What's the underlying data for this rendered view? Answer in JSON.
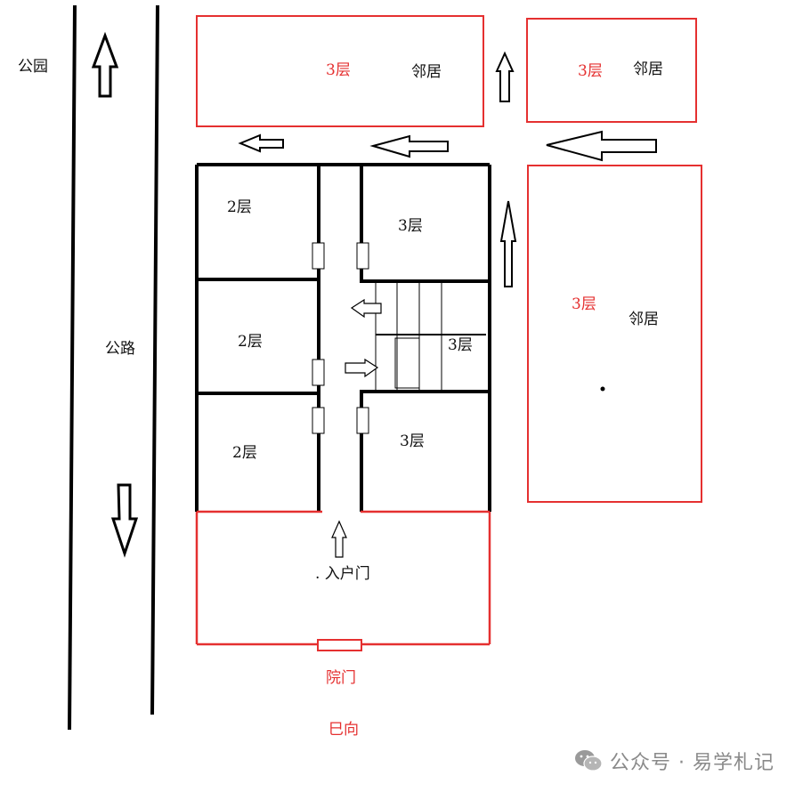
{
  "labels": {
    "park": "公园",
    "road": "公路",
    "neighbor_top_left_floor": "3层",
    "neighbor_top_left_name": "邻居",
    "neighbor_top_right_floor": "3层",
    "neighbor_top_right_name": "邻居",
    "neighbor_right_floor": "3层",
    "neighbor_right_name": "邻居",
    "room_left_1": "2层",
    "room_left_2": "2层",
    "room_left_3": "2层",
    "room_right_1": "3层",
    "room_right_stairs": "3层",
    "room_right_3": "3层",
    "entry_door": ". 入户门",
    "yard_gate": "院门",
    "orientation": "巳向"
  },
  "watermark": {
    "text": "公众号 · 易学札记",
    "icon": "wechat-icon"
  },
  "colors": {
    "red": "#e53030",
    "black": "#111111",
    "watermark": "#8a8a8a"
  }
}
